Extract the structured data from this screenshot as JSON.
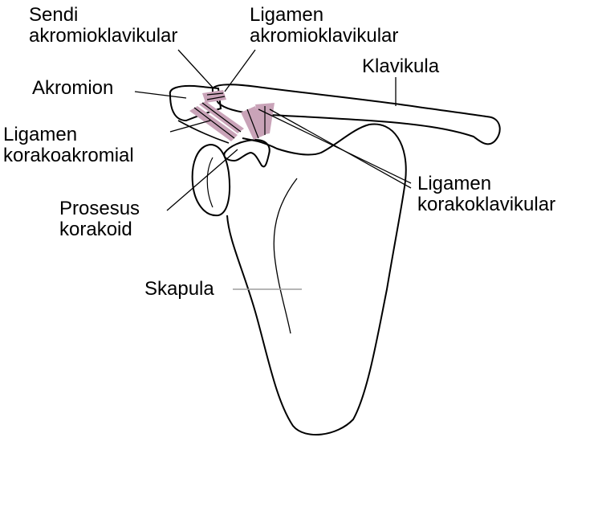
{
  "labels": {
    "sendi_ak": [
      "Sendi",
      "akromioklavikular"
    ],
    "ligamen_ak": [
      "Ligamen",
      "akromioklavikular"
    ],
    "klavikula": "Klavikula",
    "akromion": "Akromion",
    "ligamen_korakoakromial": [
      "Ligamen",
      "korakoakromial"
    ],
    "ligamen_korakoklavikular": [
      "Ligamen",
      "korakoklavikular"
    ],
    "prosesus_korakoid": [
      "Prosesus",
      "korakoid"
    ],
    "skapula": "Skapula"
  },
  "colors": {
    "outline": "#000000",
    "ligament": "#c9a3b8",
    "leader_line": "#9e9e9e"
  }
}
